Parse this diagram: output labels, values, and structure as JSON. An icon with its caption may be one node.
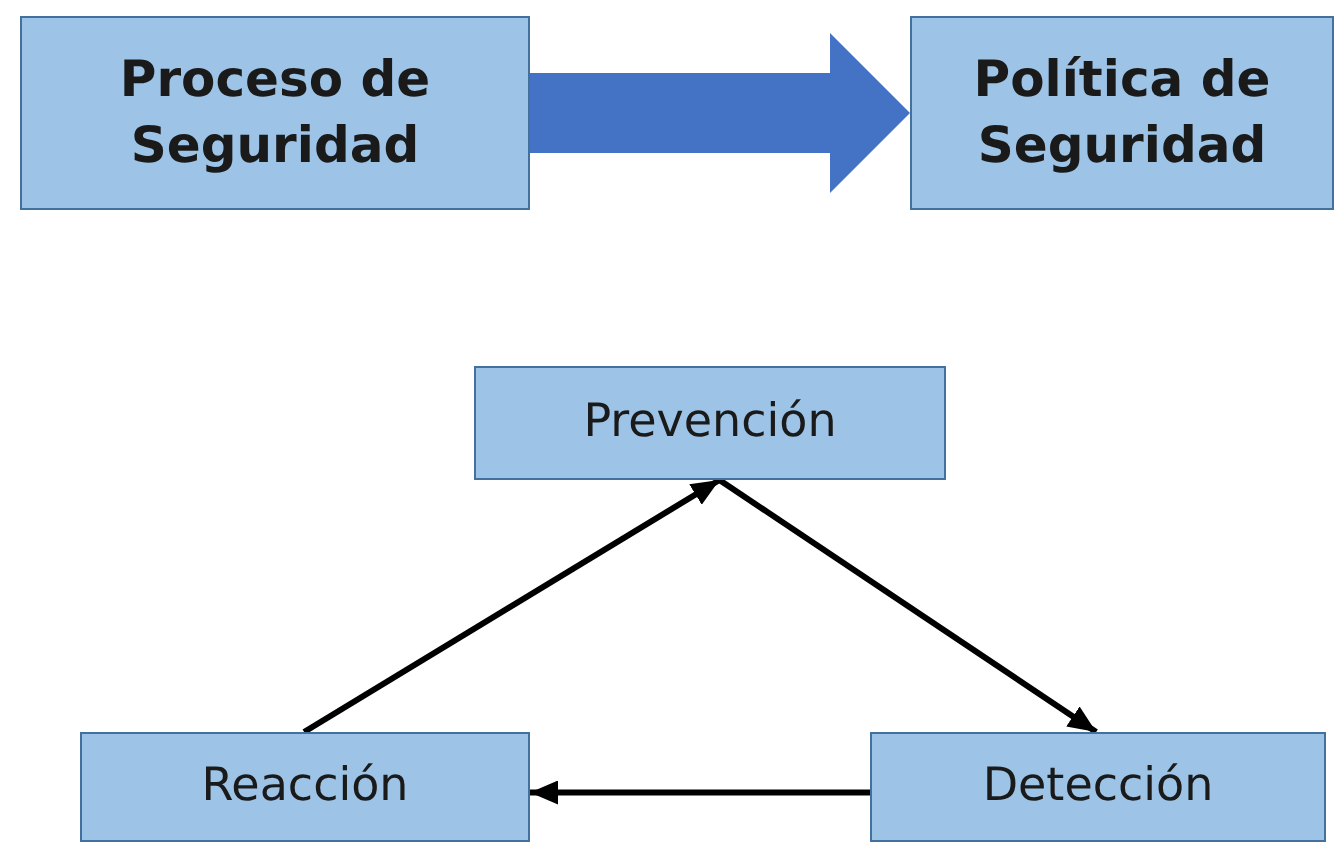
{
  "diagram": {
    "nodes": [
      {
        "text": [
          "Proceso de Seguridad"
        ]
      },
      {
        "text": [
          "Política de Seguridad"
        ]
      },
      {
        "text": [
          "Prevención"
        ]
      },
      {
        "text": [
          "Reacción"
        ]
      },
      {
        "text": [
          "Detección"
        ]
      }
    ],
    "edges": [
      {
        "from": 0,
        "to": 1,
        "arrow": "to",
        "style": "thick",
        "color": "#4472c4"
      },
      {
        "from": 3,
        "to": 2,
        "arrow": "to"
      },
      {
        "from": 2,
        "to": 4,
        "arrow": "to"
      },
      {
        "from": 4,
        "to": 3,
        "arrow": "to"
      }
    ]
  }
}
